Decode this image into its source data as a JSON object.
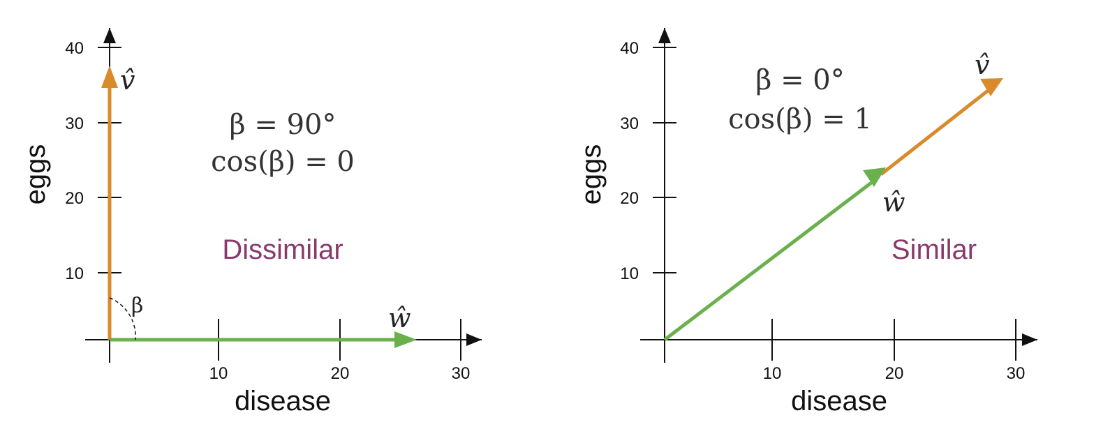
{
  "colors": {
    "axis": "#111111",
    "v_vector": "#d98a2b",
    "w_vector": "#6ab04c",
    "verdict": "#8a3a6a"
  },
  "panels": [
    {
      "id": "left",
      "xlabel": "disease",
      "ylabel": "eggs",
      "x_ticks": [
        "10",
        "20",
        "30"
      ],
      "y_ticks": [
        "10",
        "20",
        "30",
        "40"
      ],
      "formula_line1": "β = 90°",
      "formula_line2": "cos(β) = 0",
      "verdict": "Dissimilar",
      "v_label": "v̂",
      "w_label": "ŵ",
      "angle_label": "β",
      "v_vector": [
        0,
        36
      ],
      "w_vector": [
        26,
        0
      ]
    },
    {
      "id": "right",
      "xlabel": "disease",
      "ylabel": "eggs",
      "x_ticks": [
        "10",
        "20",
        "30"
      ],
      "y_ticks": [
        "10",
        "20",
        "30",
        "40"
      ],
      "formula_line1": "β = 0°",
      "formula_line2": "cos(β) = 1",
      "verdict": "Similar",
      "v_label": "v̂",
      "w_label": "ŵ",
      "v_vector": [
        29,
        35
      ],
      "w_vector": [
        19,
        23
      ]
    }
  ]
}
